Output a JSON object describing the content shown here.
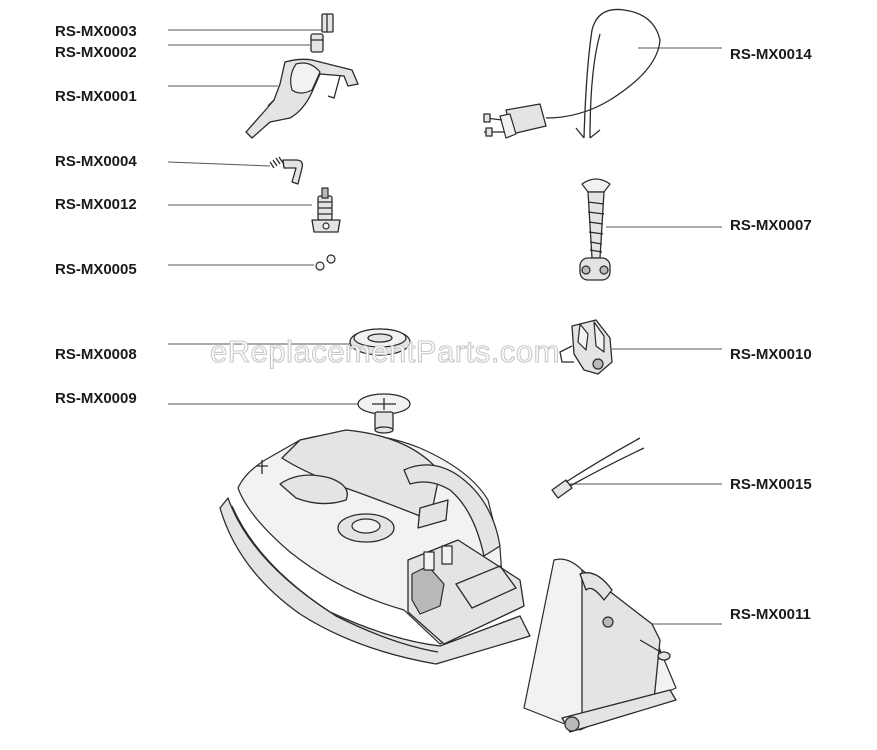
{
  "watermark": "eReplacementParts.com",
  "parts": [
    {
      "id": "RS-MX0003",
      "label": "RS-MX0003"
    },
    {
      "id": "RS-MX0002",
      "label": "RS-MX0002"
    },
    {
      "id": "RS-MX0001",
      "label": "RS-MX0001"
    },
    {
      "id": "RS-MX0004",
      "label": "RS-MX0004"
    },
    {
      "id": "RS-MX0012",
      "label": "RS-MX0012"
    },
    {
      "id": "RS-MX0005",
      "label": "RS-MX0005"
    },
    {
      "id": "RS-MX0008",
      "label": "RS-MX0008"
    },
    {
      "id": "RS-MX0009",
      "label": "RS-MX0009"
    },
    {
      "id": "RS-MX0014",
      "label": "RS-MX0014"
    },
    {
      "id": "RS-MX0007",
      "label": "RS-MX0007"
    },
    {
      "id": "RS-MX0010",
      "label": "RS-MX0010"
    },
    {
      "id": "RS-MX0015",
      "label": "RS-MX0015"
    },
    {
      "id": "RS-MX0011",
      "label": "RS-MX0011"
    }
  ]
}
